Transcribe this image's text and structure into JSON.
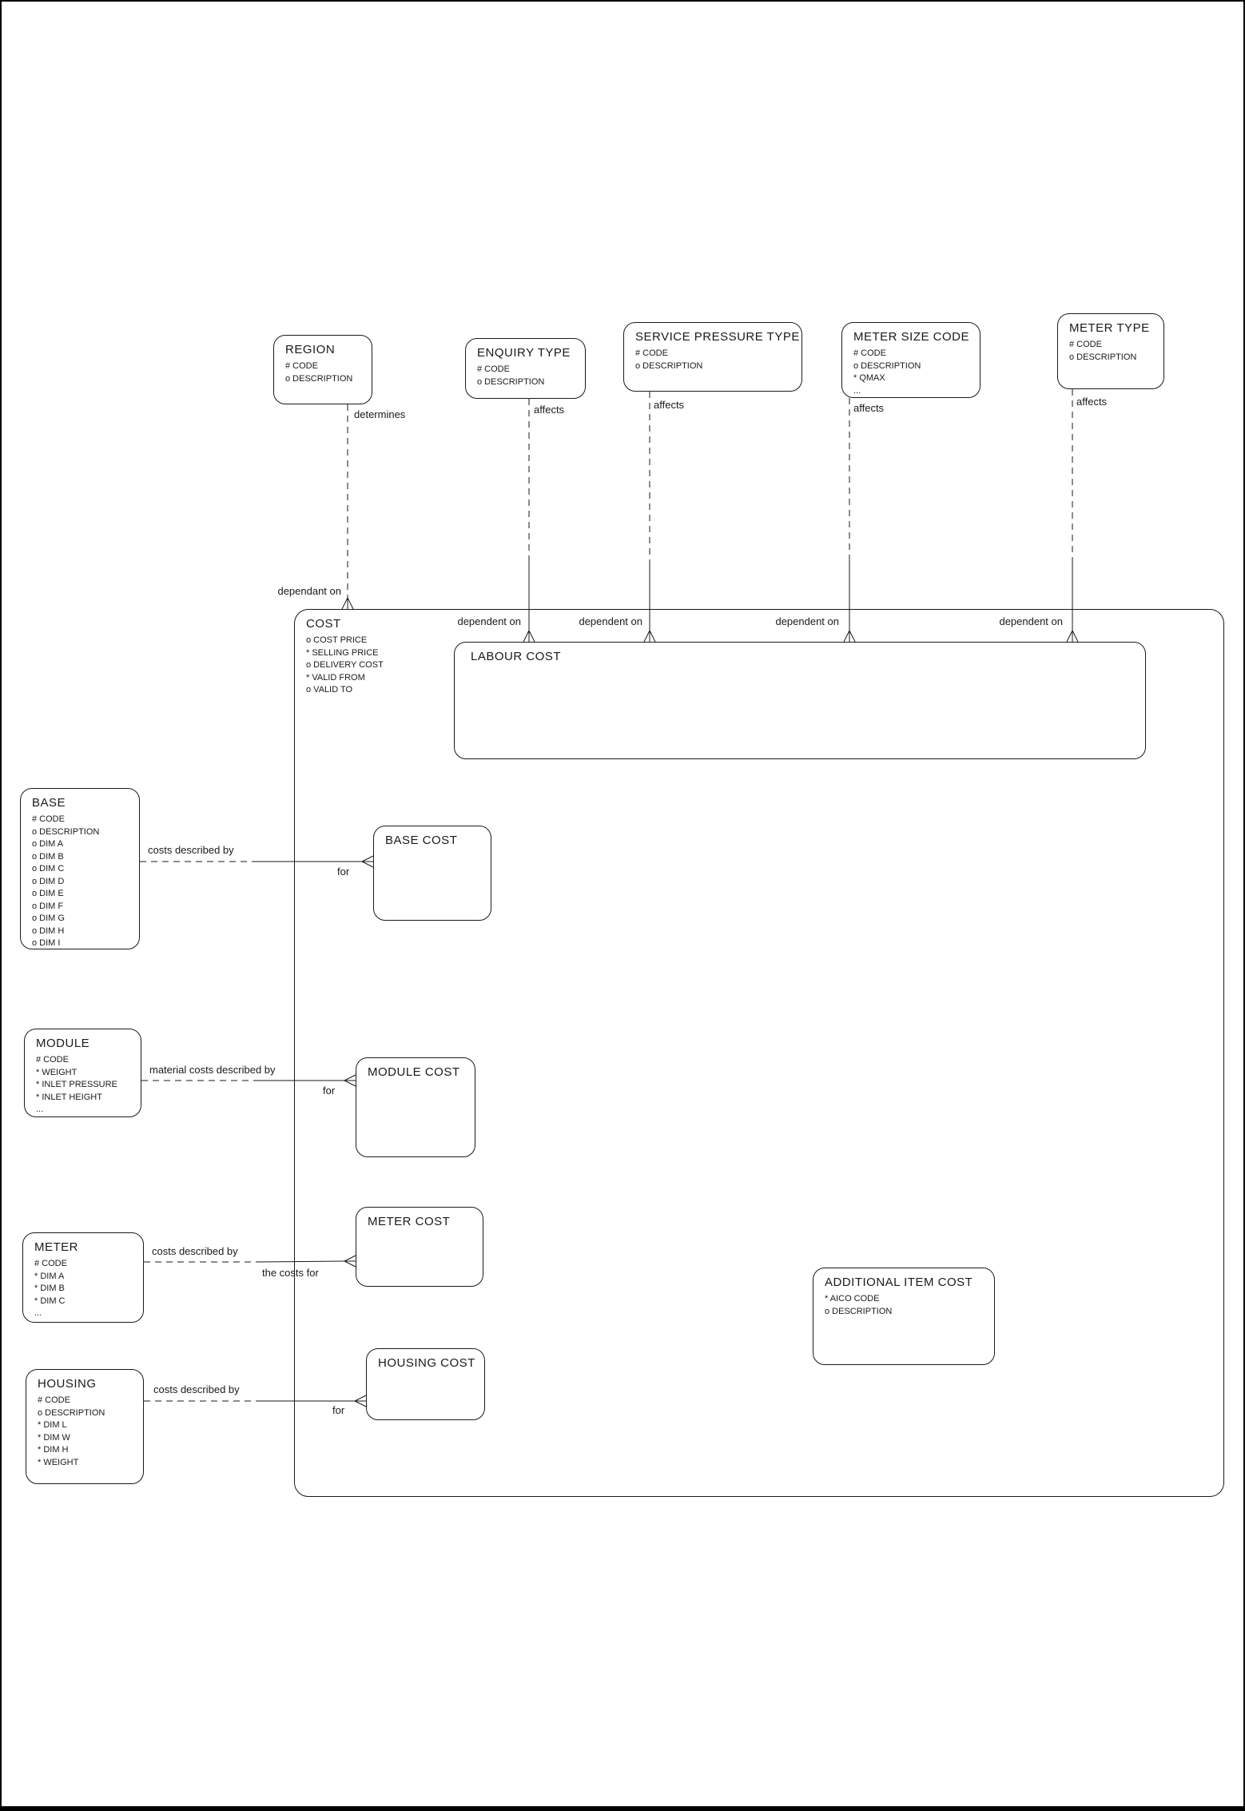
{
  "entities": {
    "region": {
      "title": "REGION",
      "attrs": [
        "# CODE",
        "o DESCRIPTION"
      ]
    },
    "enquiry_type": {
      "title": "ENQUIRY TYPE",
      "attrs": [
        "# CODE",
        "o DESCRIPTION"
      ]
    },
    "service_pressure_type": {
      "title": "SERVICE PRESSURE TYPE",
      "attrs": [
        "# CODE",
        "o DESCRIPTION"
      ]
    },
    "meter_size_code": {
      "title": "METER SIZE CODE",
      "attrs": [
        "# CODE",
        "o DESCRIPTION",
        "* QMAX",
        "..."
      ]
    },
    "meter_type": {
      "title": "METER TYPE",
      "attrs": [
        "# CODE",
        "o DESCRIPTION"
      ]
    },
    "cost": {
      "title": "COST",
      "attrs": [
        "o COST PRICE",
        "* SELLING PRICE",
        "o DELIVERY COST",
        "* VALID FROM",
        "o VALID TO"
      ]
    },
    "labour_cost": {
      "title": "LABOUR COST",
      "attrs": []
    },
    "base": {
      "title": "BASE",
      "attrs": [
        "# CODE",
        "o DESCRIPTION",
        "o DIM A",
        "o DIM B",
        "o DIM C",
        "o DIM D",
        "o DIM E",
        "o DIM F",
        "o DIM G",
        "o DIM H",
        "o DIM I"
      ]
    },
    "base_cost": {
      "title": "BASE COST",
      "attrs": []
    },
    "module": {
      "title": "MODULE",
      "attrs": [
        "# CODE",
        "* WEIGHT",
        "* INLET PRESSURE",
        "* INLET HEIGHT",
        "..."
      ]
    },
    "module_cost": {
      "title": "MODULE COST",
      "attrs": []
    },
    "meter": {
      "title": "METER",
      "attrs": [
        "# CODE",
        "* DIM A",
        "* DIM B",
        "* DIM C",
        "..."
      ]
    },
    "meter_cost": {
      "title": "METER COST",
      "attrs": []
    },
    "housing": {
      "title": "HOUSING",
      "attrs": [
        "# CODE",
        "o DESCRIPTION",
        "* DIM L",
        "* DIM W",
        "* DIM H",
        "* WEIGHT"
      ]
    },
    "housing_cost": {
      "title": "HOUSING COST",
      "attrs": []
    },
    "additional_item_cost": {
      "title": "ADDITIONAL ITEM COST",
      "attrs": [
        "* AICO CODE",
        "o DESCRIPTION"
      ]
    }
  },
  "relationships": {
    "region_cost": {
      "near": "determines",
      "far": "dependant on"
    },
    "enquiry_labour": {
      "near": "affects",
      "far": "dependent on"
    },
    "service_labour": {
      "near": "affects",
      "far": "dependent on"
    },
    "metersize_labour": {
      "near": "affects",
      "far": "dependent on"
    },
    "metertype_labour": {
      "near": "affects",
      "far": "dependent on"
    },
    "base_basecost": {
      "near": "costs described by",
      "far": "for"
    },
    "module_modulecost": {
      "near": "material costs described by",
      "far": "for"
    },
    "meter_metercost": {
      "near": "costs described by",
      "far": "the costs for"
    },
    "housing_housingcost": {
      "near": "costs described by",
      "far": "for"
    }
  }
}
